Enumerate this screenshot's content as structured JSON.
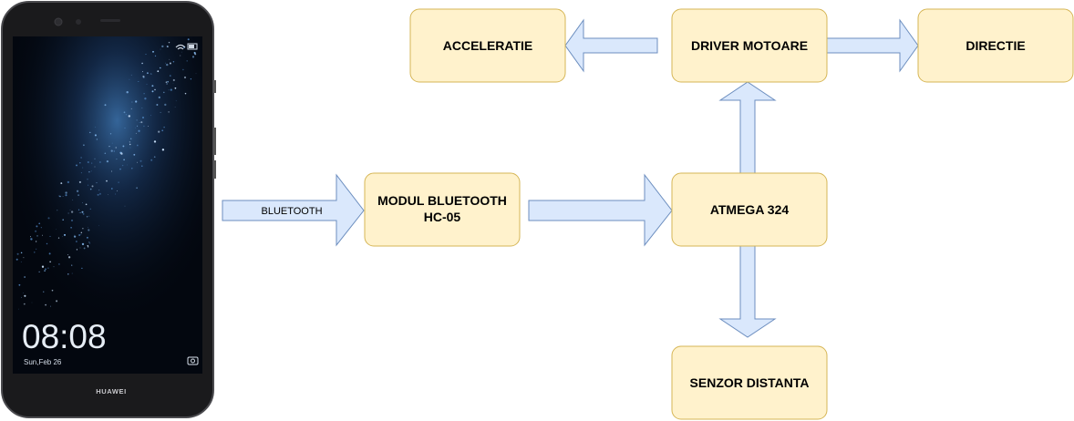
{
  "nodes": {
    "modul_bluetooth": {
      "line1": "MODUL BLUETOOTH",
      "line2": "HC-05"
    },
    "atmega": {
      "label": "ATMEGA 324"
    },
    "driver": {
      "label": "DRIVER MOTOARE"
    },
    "acceleratie": {
      "label": "ACCELERATIE"
    },
    "directie": {
      "label": "DIRECTIE"
    },
    "senzor": {
      "label": "SENZOR DISTANTA"
    }
  },
  "edges": {
    "bluetooth_label": "BLUETOOTH"
  },
  "phone": {
    "time": "08:08",
    "date": "Sun,Feb 26",
    "brand": "HUAWEI"
  },
  "colors": {
    "node_fill": "#fff2cc",
    "node_stroke": "#d6b656",
    "arrow_fill": "#dae8fc",
    "arrow_stroke": "#6c8ebf"
  }
}
